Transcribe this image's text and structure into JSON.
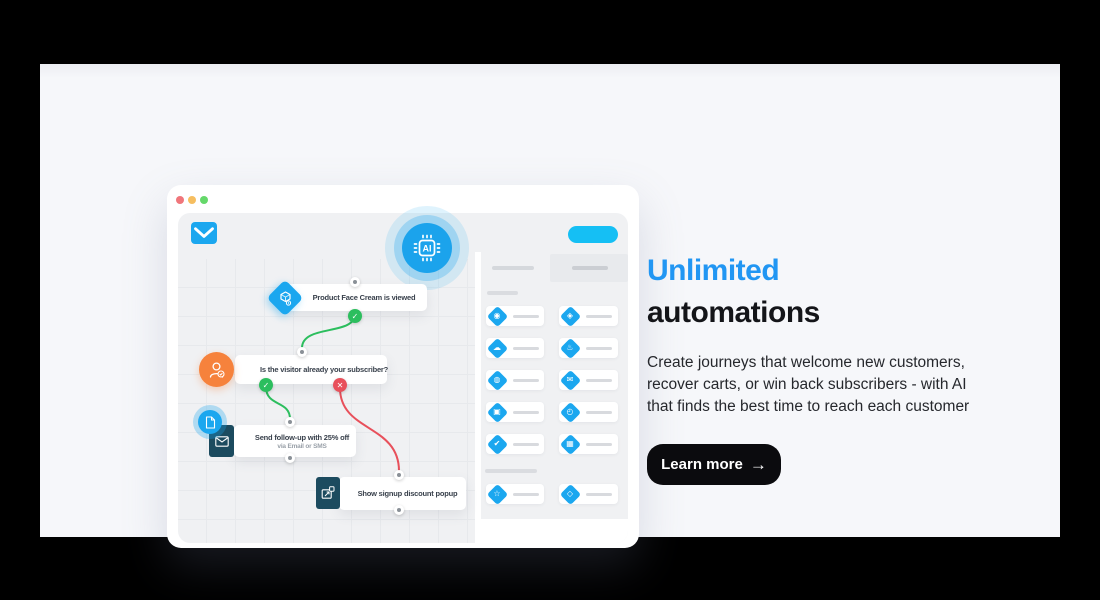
{
  "window": {
    "traffic_lights": [
      "#F0767B",
      "#F6BE60",
      "#65D86A"
    ],
    "ai_label": "AI",
    "pill_color": "#15BFF4",
    "logo_color": "#1BA7EF"
  },
  "flow": {
    "glyph_check": "✓",
    "glyph_x": "✕",
    "nodes": [
      {
        "label": "Product Face Cream is viewed"
      },
      {
        "label": "Is the visitor already your subscriber?"
      },
      {
        "label": "Send follow-up with 25% off",
        "sublabel": "via Email or SMS"
      },
      {
        "label": "Show signup discount popup"
      }
    ]
  },
  "sidebar": {
    "items": [
      {
        "icon": "user-icon",
        "glyph": "◉"
      },
      {
        "icon": "tag-icon",
        "glyph": "◈"
      },
      {
        "icon": "cloud-icon",
        "glyph": "☁"
      },
      {
        "icon": "flame-icon",
        "glyph": "♨"
      },
      {
        "icon": "user-plus-icon",
        "glyph": "◍"
      },
      {
        "icon": "mail-icon",
        "glyph": "✉"
      },
      {
        "icon": "copy-icon",
        "glyph": "▣"
      },
      {
        "icon": "clock-icon",
        "glyph": "◴"
      },
      {
        "icon": "check-square-icon",
        "glyph": "✔"
      },
      {
        "icon": "grid-icon",
        "glyph": "▦"
      },
      {
        "icon": "star-icon",
        "glyph": "☆"
      },
      {
        "icon": "ticket-icon",
        "glyph": "◇"
      }
    ]
  },
  "content": {
    "heading_line1": "Unlimited",
    "heading_line2": "automations",
    "body": "Create journeys that welcome new customers,\nrecover carts, or win back subscribers - with AI\nthat finds the best time to reach each customer",
    "cta_label": "Learn more",
    "cta_arrow": "→"
  },
  "colors": {
    "accent_blue": "#1BA7EF",
    "heading_blue": "#2196F3",
    "pill_cyan": "#15BFF4",
    "orange": "#F6823C",
    "green": "#2CBE5E",
    "red": "#E8505B",
    "teal_dark": "#1C4B5F",
    "button_black": "#0B0B0E",
    "canvas_gray": "#F0F1F3",
    "page_bg": "#F6F7FA",
    "outer_bg": "#000000"
  }
}
